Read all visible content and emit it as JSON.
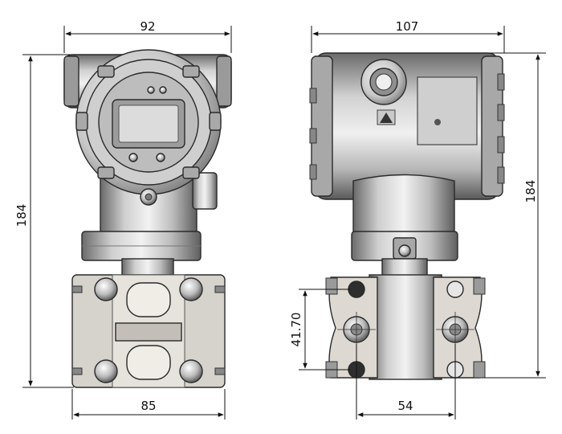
{
  "dimensions": {
    "front_top_width": "92",
    "front_height": "184",
    "front_bottom_width": "85",
    "side_top_width": "107",
    "side_height": "184",
    "side_flange_spacing": "41.70",
    "side_bottom_width": "54"
  },
  "colors": {
    "body_light": "#e6e6e6",
    "body_mid": "#bdbdbd",
    "body_dark": "#6d6d6d",
    "outline": "#2a2a2a",
    "flange": "#d8d4cf",
    "display_glass": "#d9d9d9"
  }
}
